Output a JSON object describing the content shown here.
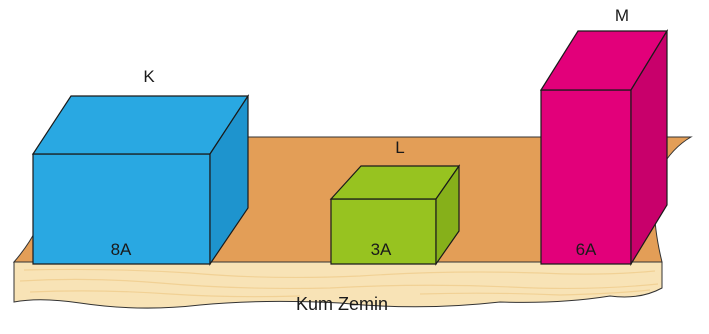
{
  "ground": {
    "label": "Kum Zemin",
    "top_color": "#E39E57",
    "side_color": "#F8E3B6",
    "shade_color": "#EFCB8A"
  },
  "boxes": [
    {
      "id": "k",
      "name": "K",
      "face_text": "8A",
      "color": "#29A8E2",
      "top_color": "#29A8E2",
      "side_color": "#1E94CE"
    },
    {
      "id": "l",
      "name": "L",
      "face_text": "3A",
      "color": "#97C320",
      "top_color": "#97C320",
      "side_color": "#86B01A"
    },
    {
      "id": "m",
      "name": "M",
      "face_text": "6A",
      "color": "#E2007A",
      "top_color": "#E2007A",
      "side_color": "#C8006B"
    }
  ]
}
